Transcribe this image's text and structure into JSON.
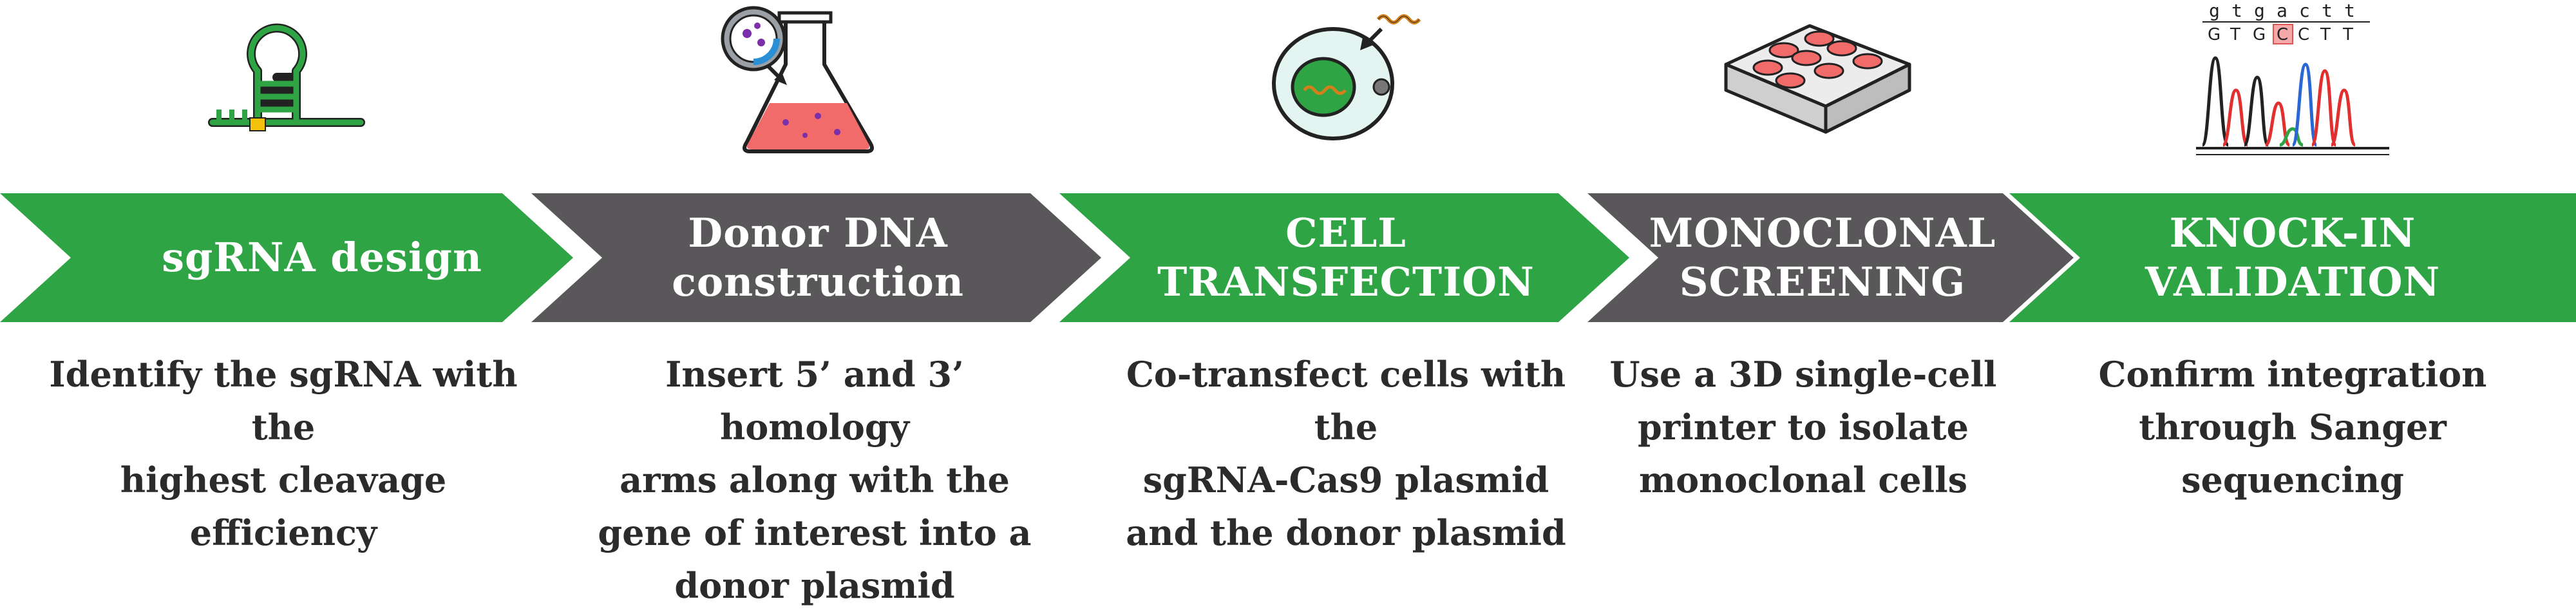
{
  "colors": {
    "green": "#2ea444",
    "gray": "#595759",
    "pink": "#f26b6b",
    "purple": "#7b2fa8",
    "orange": "#d4801a",
    "yellow": "#f4c20d",
    "text": "#2b2b2b"
  },
  "steps": [
    {
      "title": "sgRNA design",
      "description": "Identify the sgRNA with the\nhighest cleavage efficiency",
      "color": "#2ea444",
      "icon": "sgrna-hairpin-icon"
    },
    {
      "title": "Donor DNA\nconstruction",
      "description": "Insert 5’ and 3’ homology\narms along with the\ngene of interest into a\ndonor plasmid",
      "color": "#595759",
      "icon": "flask-magnifier-icon"
    },
    {
      "title": "CELL\nTRANSFECTION",
      "description": "Co-transfect cells with the\nsgRNA-Cas9 plasmid\nand the donor plasmid",
      "color": "#2ea444",
      "icon": "cell-transfection-icon"
    },
    {
      "title": "MONOCLONAL\nSCREENING",
      "description": "Use a 3D single-cell\nprinter to isolate\nmonoclonal cells",
      "color": "#595759",
      "icon": "well-plate-icon"
    },
    {
      "title": "KNOCK-IN\nVALIDATION",
      "description": "Confirm integration\nthrough Sanger sequencing",
      "color": "#2ea444",
      "icon": "sequencing-chromatogram-icon"
    }
  ],
  "sequencing": {
    "top_letters": [
      "g",
      "t",
      "g",
      "a",
      "c",
      "t",
      "t"
    ],
    "bottom_letters": [
      "G",
      "T",
      "G",
      "C",
      "C",
      "T",
      "T"
    ],
    "highlight_index": 3
  }
}
